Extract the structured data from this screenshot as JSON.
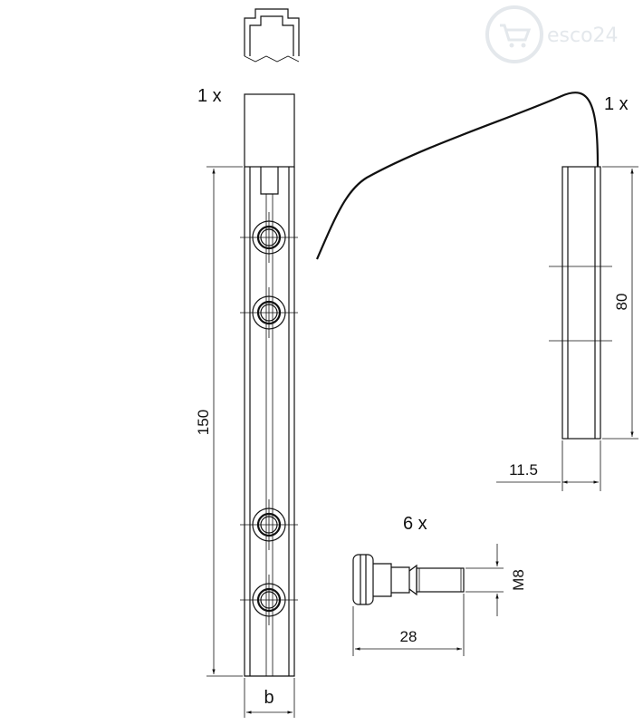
{
  "watermark": {
    "brand": "esco24",
    "logo_icon": "shopping-cart-icon"
  },
  "connector": {
    "quantity": "1 x",
    "dimensions": {
      "length": "150",
      "width": "b"
    }
  },
  "spring_bar": {
    "quantity": "1 x",
    "dimensions": {
      "length": "80",
      "width": "11.5"
    }
  },
  "bolt": {
    "quantity": "6 x",
    "dimensions": {
      "length": "28",
      "thread": "M8"
    }
  }
}
